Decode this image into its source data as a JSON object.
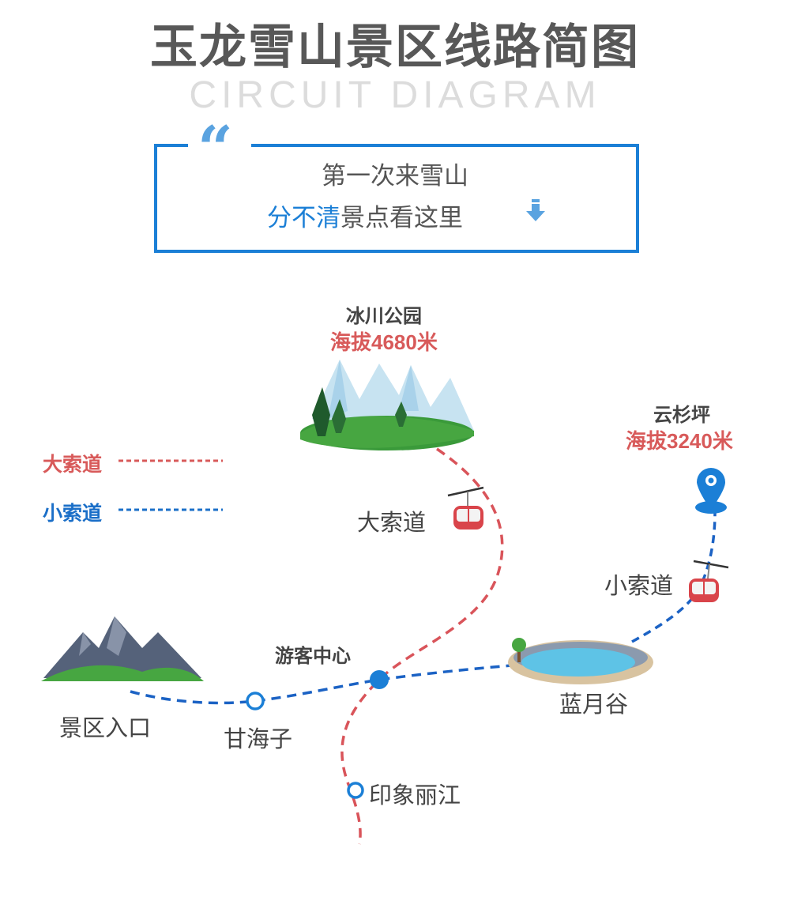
{
  "header": {
    "title": "玉龙雪山景区线路简图",
    "watermark": "CIRCUIT DIAGRAM"
  },
  "callout": {
    "quote_mark": "“",
    "line1": "第一次来雪山",
    "line2_highlight": "分不清",
    "line2_rest": "景点看这里"
  },
  "legend": [
    {
      "label": "大索道",
      "color": "#d85a5a"
    },
    {
      "label": "小索道",
      "color": "#1b6fc8"
    }
  ],
  "places": {
    "glacier_park": {
      "name": "冰川公园",
      "altitude": "海拔4680米"
    },
    "yunshanping": {
      "name": "云杉坪",
      "altitude": "海拔3240米"
    },
    "big_cableway": "大索道",
    "small_cableway": "小索道",
    "visitor_center": "游客中心",
    "entrance": "景区入口",
    "ganhaizi": "甘海子",
    "blue_moon_valley": "蓝月谷",
    "impression_lijiang": "印象丽江"
  },
  "colors": {
    "accent": "#1b7fd6",
    "route_red": "#d9545a",
    "route_blue": "#1b62c4",
    "title": "#585858"
  }
}
